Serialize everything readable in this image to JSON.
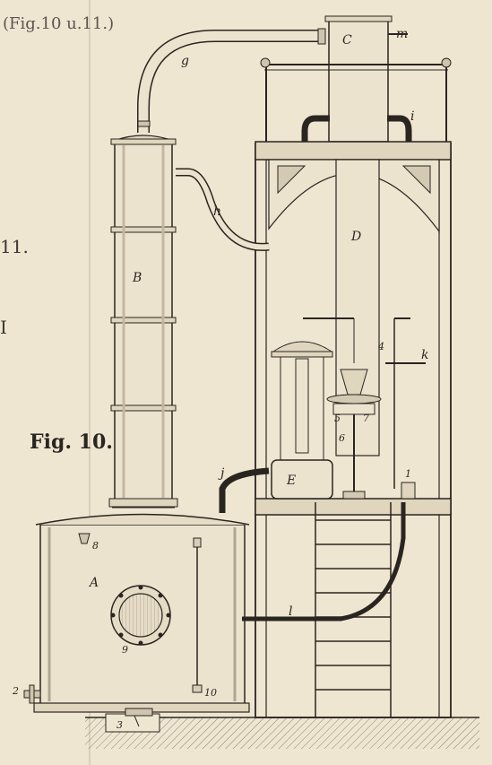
{
  "header": {
    "reference": "(Fig.10 u.11.)"
  },
  "figure": {
    "caption": "Fig. 10."
  },
  "margin_marks": {
    "top": "11.",
    "mid": "I"
  },
  "labels": {
    "A": "A",
    "B": "B",
    "C": "C",
    "D": "D",
    "E": "E",
    "g": "g",
    "h": "h",
    "i": "i",
    "j": "j",
    "k": "k",
    "l": "l",
    "m": "m",
    "n1": "1",
    "n2": "2",
    "n3": "3",
    "n4": "4",
    "n5": "5",
    "n6": "6",
    "n7": "7",
    "n8": "8",
    "n9": "9",
    "n10": "10"
  }
}
